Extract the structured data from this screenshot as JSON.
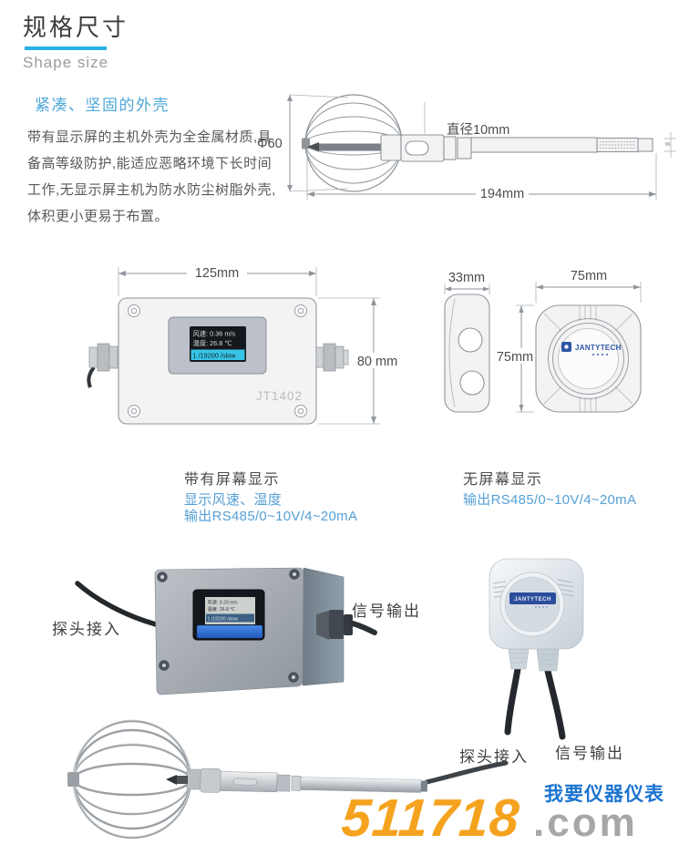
{
  "page": {
    "title_cn": "规格尺寸",
    "title_en": "Shape size"
  },
  "intro": {
    "heading": "紧凑、坚固的外壳",
    "body": "带有显示屏的主机外壳为全金属材质,具备高等级防护,能适应恶略环境下长时间工作,无显示屏主机为防水防尘树脂外壳,体积更小更易于布置。"
  },
  "probe_drawing": {
    "dim_sphere": "Φ60",
    "dim_shaft": "直径10mm",
    "dim_length": "194mm",
    "dim_tip": "8"
  },
  "box_drawing": {
    "dim_width": "125mm",
    "dim_height": "80 mm",
    "model": "JT1402",
    "screen": {
      "line1": "风速: 0.36 m/s",
      "line2": "温度: 26.8 ℃",
      "line3": "1 /19200 /slow"
    }
  },
  "sensor_drawing": {
    "dim_depth": "33mm",
    "dim_width": "75mm",
    "dim_height": "75mm",
    "logo": "JANTYTECH"
  },
  "captions": {
    "with_screen": {
      "title": "带有屏幕显示",
      "line2": "显示风速、温度",
      "line3": "输出RS485/0~10V/4~20mA"
    },
    "no_screen": {
      "title": "无屏幕显示",
      "line2": "输出RS485/0~10V/4~20mA"
    }
  },
  "renders": {
    "metal_box": {
      "screen": {
        "line1": "风速: 0.23 m/s",
        "line2": "温度: 26.8 ℃",
        "line3": "1 /19200 /slow"
      },
      "label_probe": "探头接入",
      "label_signal": "信号输出"
    },
    "plastic_box": {
      "logo": "JANTYTECH",
      "label_probe": "探头接入",
      "label_signal": "信号输出"
    }
  },
  "watermark": {
    "name": "我要仪器仪表",
    "number": "511718",
    "suffix": ".com"
  },
  "colors": {
    "accent_blue": "#29b2e8",
    "text_blue": "#4fa8d8",
    "screen_highlight_cyan": "#38c4e6",
    "display_band_blue": "#2e6fd6",
    "logo_blue": "#2d55a5",
    "watermark_orange": "#f5a31f",
    "watermark_blue": "#1c74d0",
    "watermark_gray": "#a7a7a7"
  }
}
